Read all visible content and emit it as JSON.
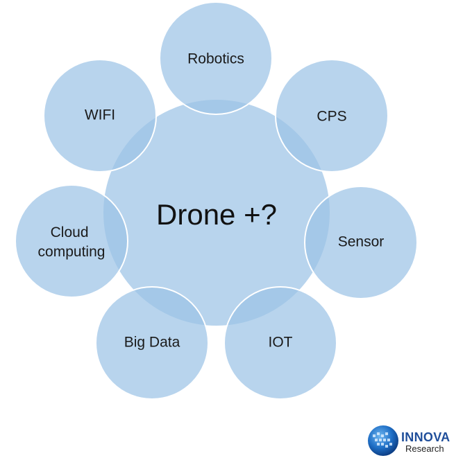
{
  "center": {
    "label": "Drone +?"
  },
  "nodes": [
    {
      "id": "robotics",
      "label": "Robotics"
    },
    {
      "id": "cps",
      "label": "CPS"
    },
    {
      "id": "sensor",
      "label": "Sensor"
    },
    {
      "id": "iot",
      "label": "IOT"
    },
    {
      "id": "big-data",
      "label": "Big Data"
    },
    {
      "id": "cloud-computing",
      "lines": [
        "Cloud",
        "computing"
      ]
    },
    {
      "id": "wifi",
      "label": "WIFI"
    }
  ],
  "logo": {
    "name": "INNOVA",
    "subtitle": "Research"
  },
  "colors": {
    "bubble_fill": "#9dc3e6",
    "logo_blue": "#1f4e9a"
  }
}
